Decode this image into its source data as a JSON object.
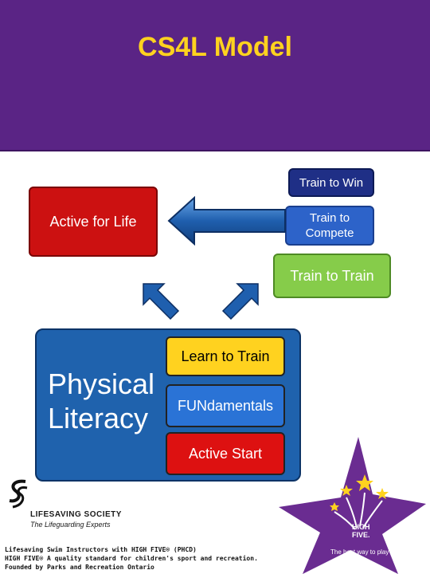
{
  "title": "CS4L Model",
  "stages": {
    "train_to_win": "Train to Win",
    "train_to_compete": "Train to Compete",
    "train_to_train": "Train to Train",
    "active_for_life": "Active for Life",
    "learn_to_train": "Learn to Train",
    "fundamentals": "FUNdamentals",
    "active_start": "Active Start"
  },
  "physical_literacy": {
    "line1": "Physical",
    "line2": "Literacy"
  },
  "logo": {
    "name": "LIFESAVING SOCIETY",
    "tagline": "The Lifeguarding Experts"
  },
  "footer": {
    "line1": "Lifesaving Swim Instructors with HIGH FIVE® (PHCD)",
    "line2": "HIGH FIVE® A quality standard for children's sport and recreation.",
    "line3": "Founded by Parks and Recreation Ontario"
  },
  "high_five": {
    "logo_line1": "HIGH",
    "logo_line2": "FIVE.",
    "tagline": "The best way to play™"
  },
  "colors": {
    "header": "#5a2485",
    "title": "#ffd21f",
    "arrow": "#1f5fae"
  }
}
